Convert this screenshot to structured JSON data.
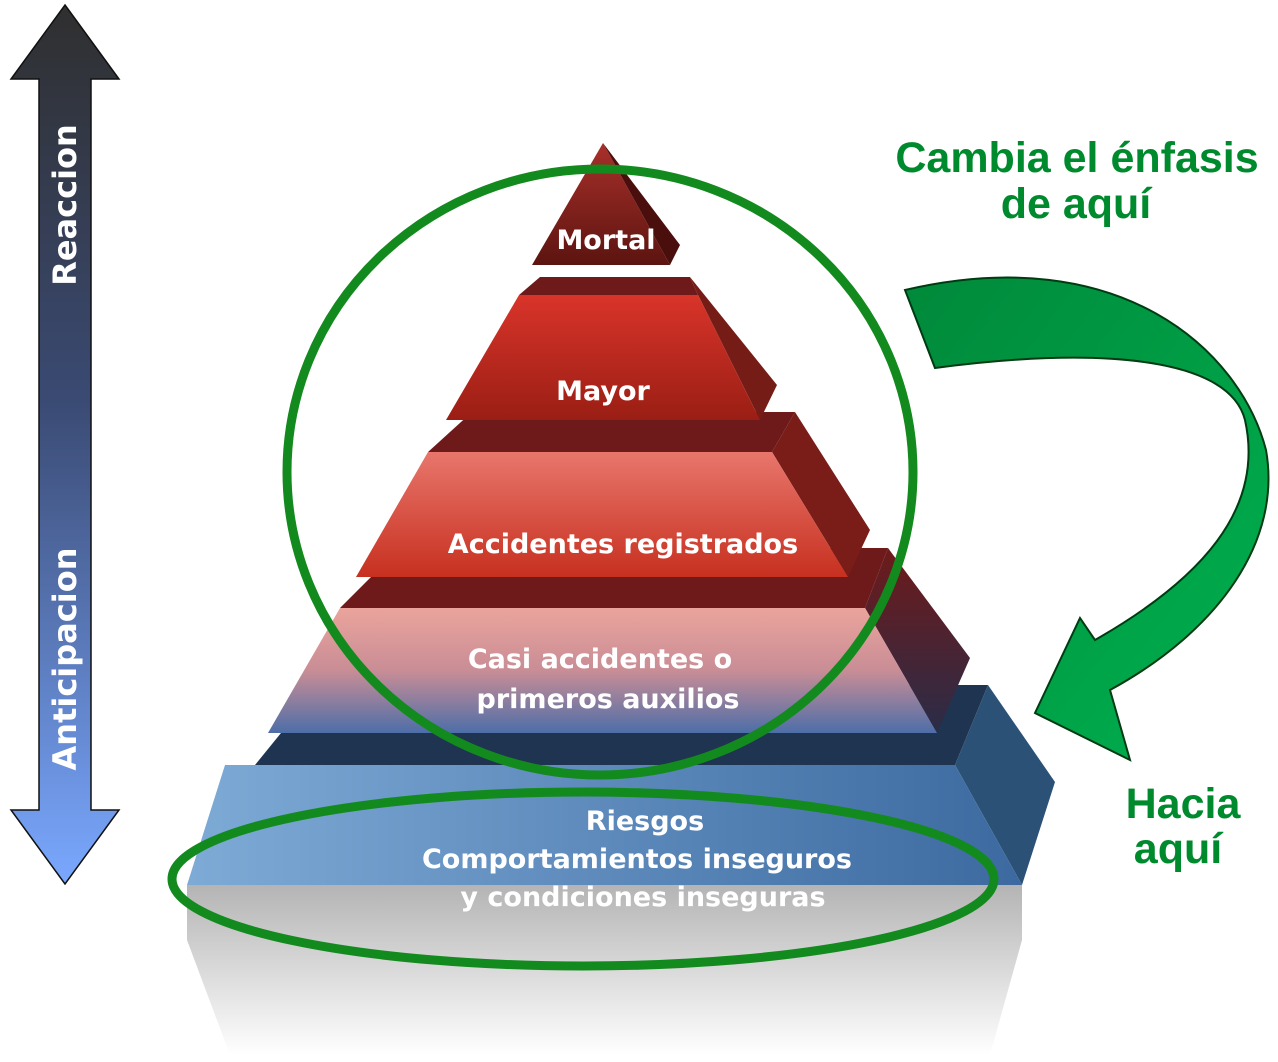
{
  "axis": {
    "top_label": "Reaccion",
    "bottom_label": "Anticipacion"
  },
  "pyramid": {
    "levels": [
      {
        "label_lines": [
          "Mortal"
        ]
      },
      {
        "label_lines": [
          "Mayor"
        ]
      },
      {
        "label_lines": [
          "Accidentes registrados"
        ]
      },
      {
        "label_lines": [
          "Casi accidentes o",
          "primeros auxilios"
        ]
      },
      {
        "label_lines": [
          "Riesgos",
          "Comportamientos inseguros",
          "y condiciones inseguras"
        ]
      }
    ]
  },
  "annotations": {
    "from_line1": "Cambia el énfasis",
    "from_line2": "de aquí",
    "to_line1": "Hacia",
    "to_line2": "aquí"
  },
  "colors": {
    "highlight_green": "#138a1e",
    "annotation_green": "#008a2e",
    "arrow_green": "#00a94a",
    "pyramid_red_dark": "#7a1a15",
    "pyramid_red": "#c83020",
    "pyramid_pink": "#e9a19c",
    "pyramid_blue": "#5b8bc0",
    "pyramid_navy": "#1e3350"
  },
  "icons": {
    "vertical_arrow": "double-headed-arrow-icon",
    "curved_arrow": "curved-arrow-icon"
  }
}
